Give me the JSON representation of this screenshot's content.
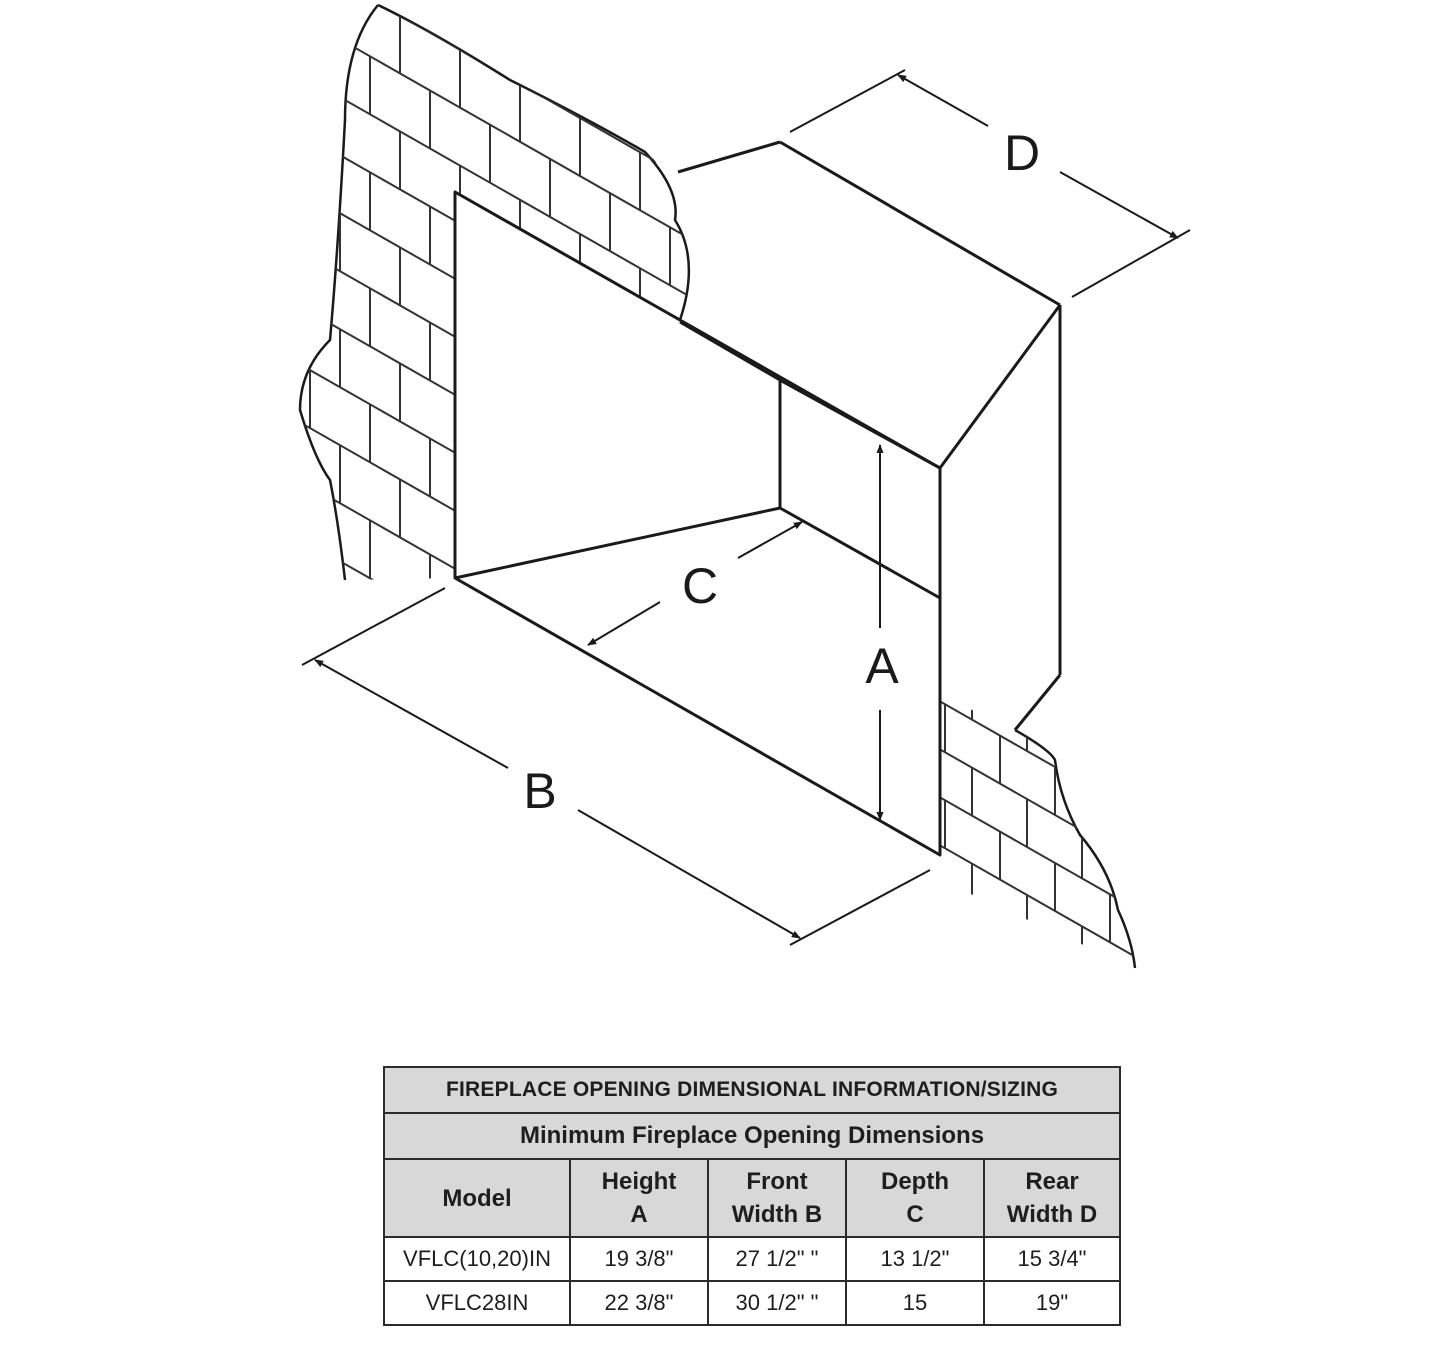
{
  "diagram": {
    "labels": {
      "a": "A",
      "b": "B",
      "c": "C",
      "d": "D"
    }
  },
  "table": {
    "title": "FIREPLACE OPENING DIMENSIONAL INFORMATION/SIZING",
    "subtitle": "Minimum Fireplace Opening Dimensions",
    "columns": [
      {
        "line1": "Model",
        "line2": ""
      },
      {
        "line1": "Height",
        "line2": "A"
      },
      {
        "line1": "Front",
        "line2": "Width B"
      },
      {
        "line1": "Depth",
        "line2": "C"
      },
      {
        "line1": "Rear",
        "line2": "Width D"
      }
    ],
    "rows": [
      [
        "VFLC(10,20)IN",
        "19 3/8\"",
        "27 1/2\" \"",
        "13 1/2\"",
        "15 3/4\""
      ],
      [
        "VFLC28IN",
        "22 3/8\"",
        "30 1/2\" \"",
        "15",
        "19\""
      ]
    ]
  }
}
